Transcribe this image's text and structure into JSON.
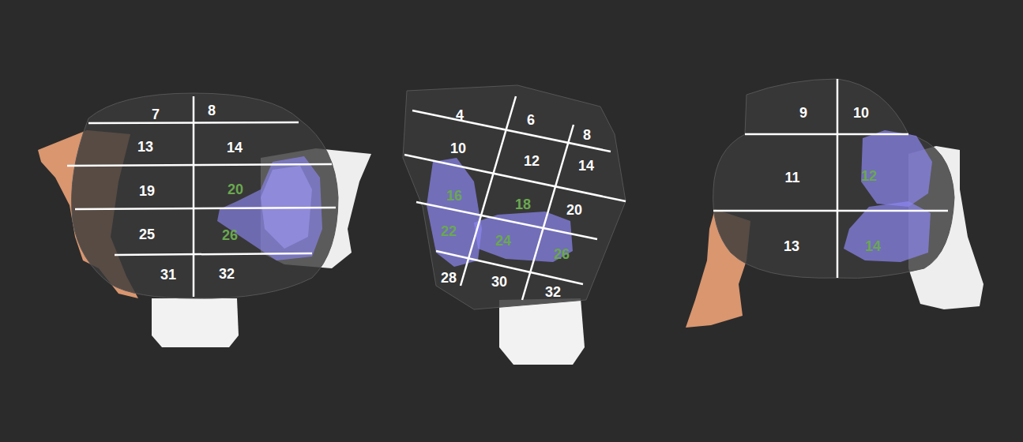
{
  "diagram": {
    "labels": [
      "7",
      "8",
      "13",
      "14",
      "19",
      "20",
      "25",
      "26",
      "31",
      "32",
      "4",
      "6",
      "8",
      "10",
      "12",
      "14",
      "16",
      "18",
      "20",
      "22",
      "24",
      "26",
      "28",
      "30",
      "32",
      "9",
      "10",
      "11",
      "12",
      "13",
      "14"
    ]
  }
}
